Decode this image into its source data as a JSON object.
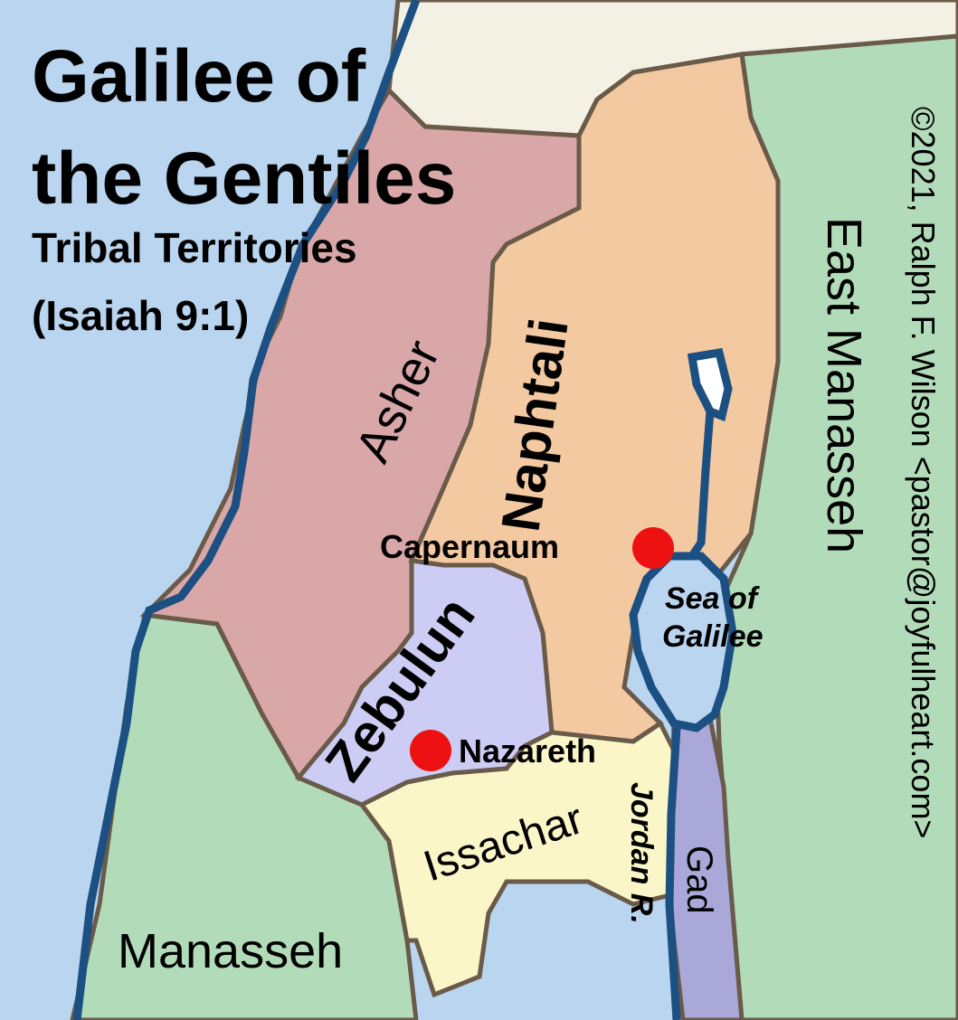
{
  "title": {
    "line1": "Galilee of",
    "line2": "the Gentiles",
    "subtitle1": "Tribal Territories",
    "subtitle2": "(Isaiah 9:1)"
  },
  "copyright": "©2021, Ralph F. Wilson <pastor@joyfulheart.com>",
  "regions": {
    "asher": "Asher",
    "naphtali": "Naphtali",
    "zebulun": "Zebulun",
    "issachar": "Issachar",
    "manasseh": "Manasseh",
    "east_manasseh": "East Manasseh",
    "gad": "Gad"
  },
  "water": {
    "sea_line1": "Sea of",
    "sea_line2": "Galilee",
    "river": "Jordan R."
  },
  "cities": {
    "capernaum": "Capernaum",
    "nazareth": "Nazareth"
  },
  "colors": {
    "sea": "#b9d5ef",
    "north": "#f2f1e3",
    "asher": "#d9a7a7",
    "naphtali": "#f2c9a0",
    "zebulun": "#ccccf5",
    "issachar": "#fbf6c8",
    "manasseh": "#b2dcb9",
    "gad": "#aaa8d8",
    "river": "#1c4f82",
    "border": "#6a5a4a",
    "city": "#ee1111"
  }
}
